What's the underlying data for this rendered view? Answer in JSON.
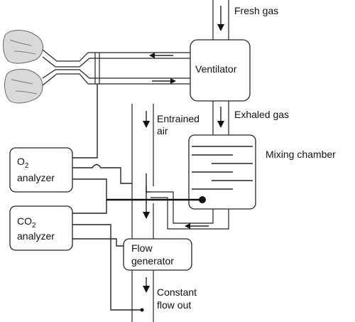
{
  "labels": {
    "fresh_gas": "Fresh gas",
    "ventilator": "Ventilator",
    "exhaled_gas": "Exhaled gas",
    "entrained_line1": "Entrained",
    "entrained_line2": "air",
    "mixing_chamber": "Mixing chamber",
    "o2_analyzer_prefix": "O",
    "o2_analyzer_sub": "2",
    "o2_analyzer_line2": "analyzer",
    "co2_analyzer_prefix": "CO",
    "co2_analyzer_sub": "2",
    "co2_analyzer_line2": "analyzer",
    "flow_generator_line1": "Flow",
    "flow_generator_line2": "generator",
    "constant_line1": "Constant",
    "constant_line2": "flow out"
  },
  "colors": {
    "line": "#222222",
    "lung_fill": "#d9d9d9",
    "background": "#ffffff"
  },
  "icons": {
    "lungs": "lungs-icon"
  }
}
